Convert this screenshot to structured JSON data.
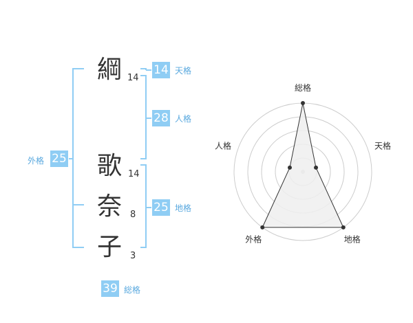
{
  "name": {
    "characters": [
      {
        "char": "綱",
        "strokes": "14"
      },
      {
        "char": "歌",
        "strokes": "14"
      },
      {
        "char": "奈",
        "strokes": "8"
      },
      {
        "char": "子",
        "strokes": "3"
      }
    ]
  },
  "fortune": {
    "tenkaku": {
      "value": "14",
      "label": "天格"
    },
    "jinkaku": {
      "value": "28",
      "label": "人格"
    },
    "chikaku": {
      "value": "25",
      "label": "地格"
    },
    "gaikaku": {
      "value": "25",
      "label": "外格"
    },
    "soukaku": {
      "value": "39",
      "label": "総格"
    }
  },
  "chart_data": {
    "type": "radar",
    "axes": [
      "総格",
      "天格",
      "地格",
      "外格",
      "人格"
    ],
    "values": [
      5,
      1,
      5,
      5,
      1
    ],
    "range": [
      0,
      5
    ],
    "rings": 5,
    "colors": {
      "fill": "#eeeeee",
      "stroke": "#333333",
      "grid": "#cccccc"
    }
  }
}
